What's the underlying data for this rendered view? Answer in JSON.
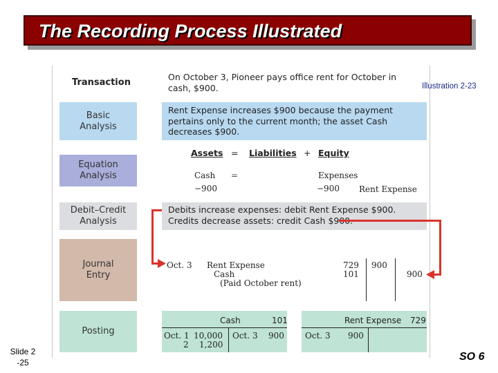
{
  "title": "The Recording Process Illustrated",
  "illustration": "Illustration 2-23",
  "slide": "Slide 2\n-25",
  "so": "SO 6",
  "rows": {
    "transaction": {
      "label": "Transaction",
      "text": "On October 3, Pioneer pays office rent for October in\ncash, $900."
    },
    "basic": {
      "label": "Basic\nAnalysis",
      "text": "Rent Expense increases $900 because the payment\npertains only to the current month; the asset Cash\ndecreases $900."
    },
    "equation": {
      "label": "Equation\nAnalysis",
      "assets": "Assets",
      "eq": "=",
      "liabilities": "Liabilities",
      "plus": "+",
      "equity": "Equity",
      "cash": "Cash",
      "eq2": "=",
      "expenses": "Expenses",
      "minus_cash": "−900",
      "minus_exp": "−900",
      "rent_expense": "Rent Expense"
    },
    "debitcredit": {
      "label": "Debit–Credit\nAnalysis",
      "text": "Debits increase expenses: debit Rent Expense $900.\nCredits decrease assets: credit Cash $900."
    },
    "journal": {
      "label": "Journal\nEntry",
      "date": "Oct. 3",
      "account1": "Rent Expense",
      "account2": "Cash",
      "explanation": "(Paid October rent)",
      "ref1": "729",
      "ref2": "101",
      "debit": "900",
      "credit": "900"
    },
    "posting": {
      "label": "Posting",
      "cash_title": "Cash",
      "cash_no": "101",
      "cash_l1_date": "Oct. 1",
      "cash_l1_amt": "10,000",
      "cash_l2_date": "2",
      "cash_l2_amt": "1,200",
      "cash_r_date": "Oct. 3",
      "cash_r_amt": "900",
      "rent_title": "Rent Expense",
      "rent_no": "729",
      "rent_l_date": "Oct. 3",
      "rent_l_amt": "900"
    }
  },
  "colors": {
    "title_bg": "#8b0000",
    "basic_bg": "#b8d9f0",
    "equation_bg": "#aaaedb",
    "debitcredit_bg": "#dcdde0",
    "journal_bg": "#d2b9aa",
    "posting_bg": "#bfe3d4",
    "arrow": "#d9342b"
  }
}
